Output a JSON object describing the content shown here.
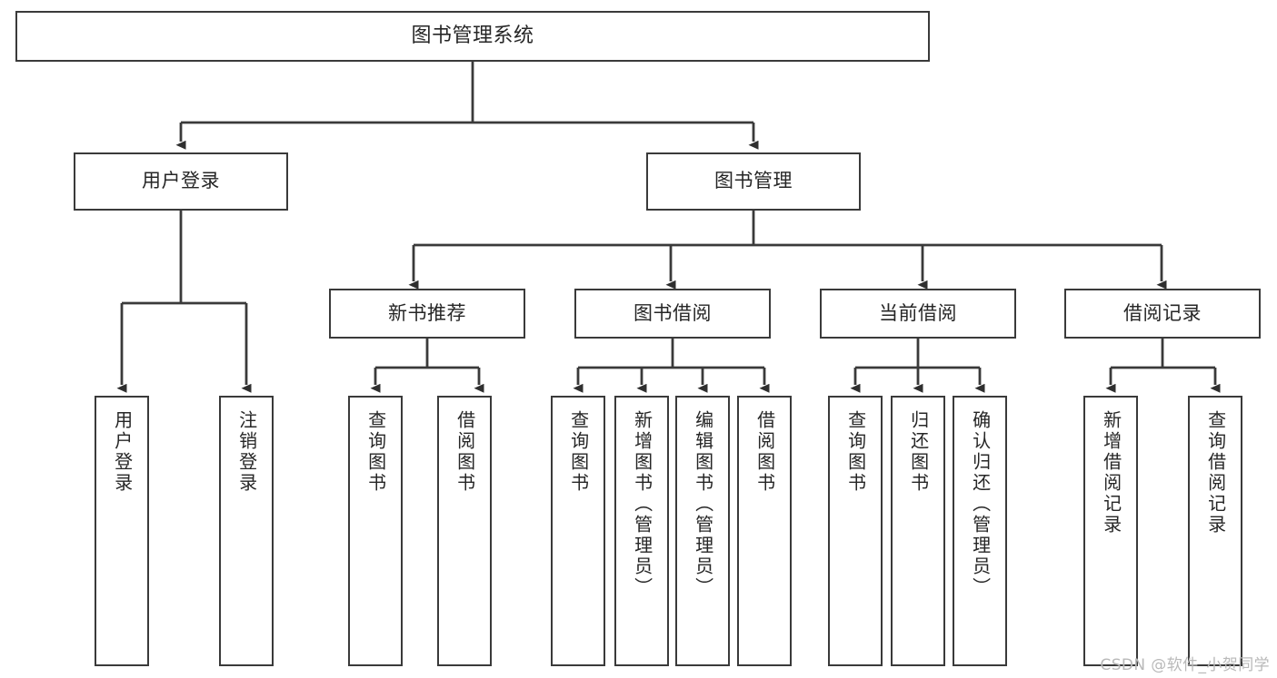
{
  "diagram": {
    "title": "图书管理系统",
    "type": "tree-hierarchy",
    "background_color": "#ffffff",
    "line_color": "#3a3a3a",
    "text_color": "#262626"
  },
  "nodes": {
    "root": {
      "label": "图书管理系统"
    },
    "level2": [
      {
        "label": "用户登录"
      },
      {
        "label": "图书管理"
      }
    ],
    "level3": [
      {
        "label": "新书推荐"
      },
      {
        "label": "图书借阅"
      },
      {
        "label": "当前借阅"
      },
      {
        "label": "借阅记录"
      }
    ],
    "leaves": {
      "user_login": [
        {
          "label": "用户登录"
        },
        {
          "label": "注销登录"
        }
      ],
      "new_book": [
        {
          "label": "查询图书"
        },
        {
          "label": "借阅图书"
        }
      ],
      "book_borrow": [
        {
          "label": "查询图书"
        },
        {
          "label": "新增图书（管理员）"
        },
        {
          "label": "编辑图书（管理员）"
        },
        {
          "label": "借阅图书"
        }
      ],
      "current_borrow": [
        {
          "label": "查询图书"
        },
        {
          "label": "归还图书"
        },
        {
          "label": "确认归还（管理员）"
        }
      ],
      "borrow_record": [
        {
          "label": "新增借阅记录"
        },
        {
          "label": "查询借阅记录"
        }
      ]
    }
  },
  "watermark": {
    "text": "CSDN @软件_小贺同学"
  }
}
